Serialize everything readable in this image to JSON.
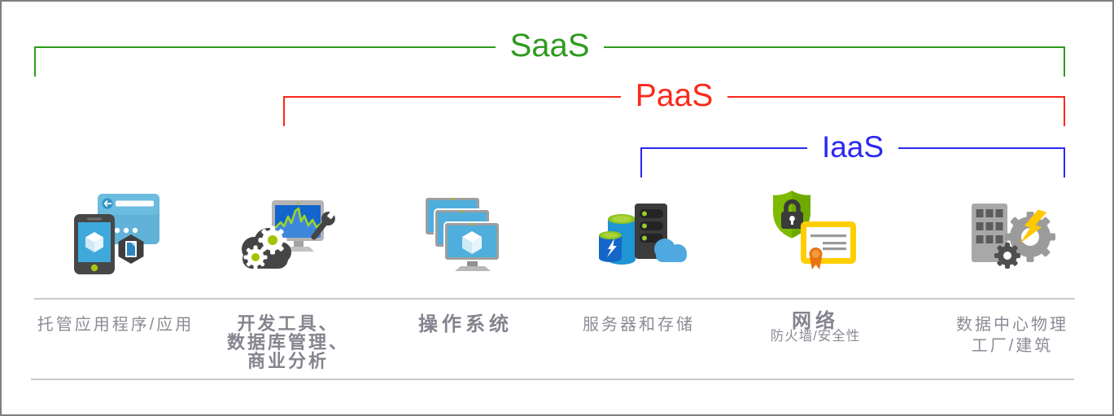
{
  "brackets": [
    {
      "id": "saas",
      "label": "SaaS",
      "color": "#2E9B1E"
    },
    {
      "id": "paas",
      "label": "PaaS",
      "color": "#FB291D"
    },
    {
      "id": "iaas",
      "label": "IaaS",
      "color": "#2B29EE"
    }
  ],
  "columns": [
    {
      "icon": "hosted-apps-icon",
      "lines": [
        {
          "text": "托管应用程序/应用",
          "kind": "normal"
        }
      ]
    },
    {
      "icon": "dev-tools-icon",
      "lines": [
        {
          "text": "开发工具、",
          "kind": "strong"
        },
        {
          "text": "数据库管理、",
          "kind": "strong"
        },
        {
          "text": "商业分析",
          "kind": "strong"
        }
      ]
    },
    {
      "icon": "operating-system-icon",
      "lines": [
        {
          "text": "操作系统",
          "kind": "title"
        }
      ]
    },
    {
      "icon": "servers-storage-icon",
      "lines": [
        {
          "text": "服务器和存储",
          "kind": "normal"
        }
      ]
    },
    {
      "icon": "network-security-icon",
      "lines": [
        {
          "text": "网络",
          "kind": "title"
        },
        {
          "text": "防火墙/安全性",
          "kind": "sub"
        }
      ]
    },
    {
      "icon": "datacenter-physical-icon",
      "lines": [
        {
          "text": "数据中心物理",
          "kind": "normal"
        },
        {
          "text": "工厂/建筑",
          "kind": "normal"
        }
      ]
    }
  ],
  "colors": {
    "saas_green": "#2E9B1E",
    "paas_red": "#FB291D",
    "iaas_blue": "#2B29EE",
    "label_gray": "#8B8B95",
    "divider_gray": "#C9C9C9",
    "border_gray": "#7F7F7F"
  }
}
